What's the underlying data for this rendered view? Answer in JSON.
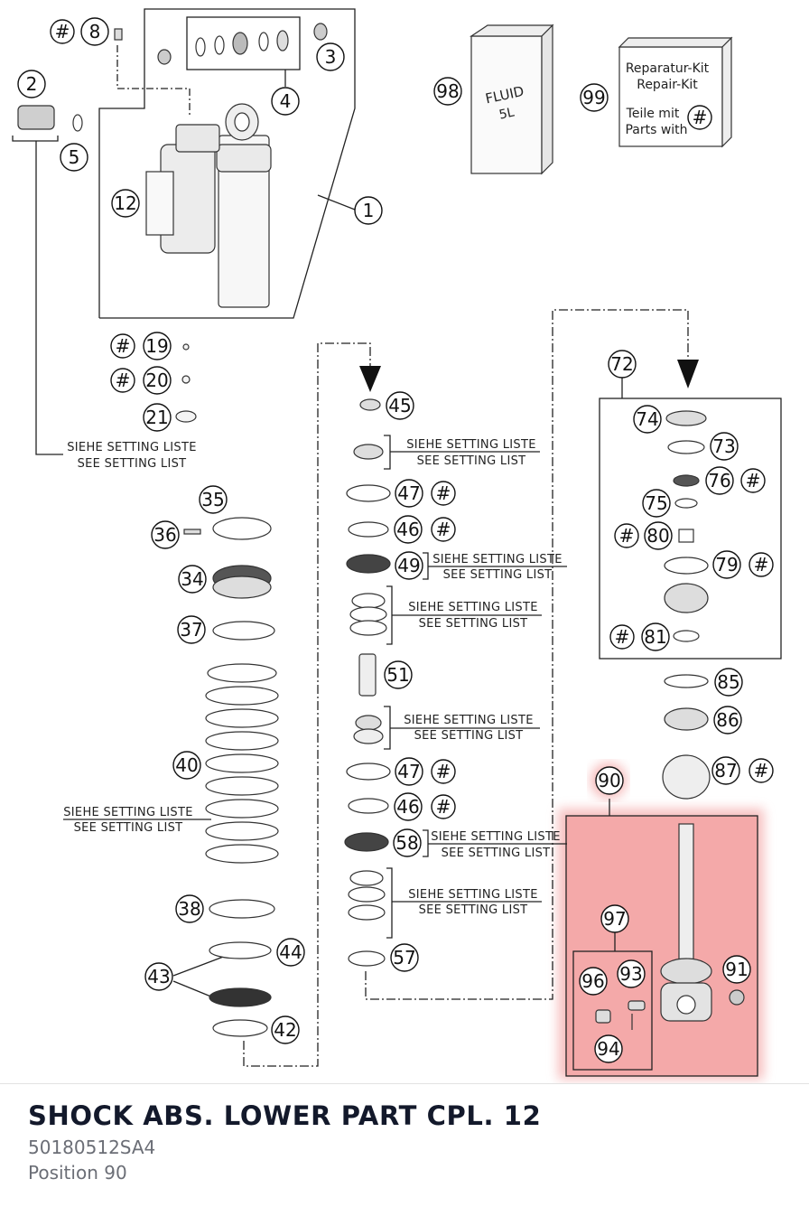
{
  "diagram": {
    "callouts": {
      "c1": "1",
      "c2": "2",
      "c3": "3",
      "c4": "4",
      "c5": "5",
      "c8": "8",
      "c12": "12",
      "c19": "19",
      "c20": "20",
      "c21": "21",
      "c34": "34",
      "c35": "35",
      "c36": "36",
      "c37": "37",
      "c38": "38",
      "c40": "40",
      "c42": "42",
      "c43": "43",
      "c44": "44",
      "c45": "45",
      "c46a": "46",
      "c46b": "46",
      "c47a": "47",
      "c47b": "47",
      "c49": "49",
      "c51": "51",
      "c57": "57",
      "c58": "58",
      "c72": "72",
      "c73": "73",
      "c74": "74",
      "c75": "75",
      "c76": "76",
      "c79": "79",
      "c80": "80",
      "c81": "81",
      "c85": "85",
      "c86": "86",
      "c87": "87",
      "c90": "90",
      "c91": "91",
      "c93": "93",
      "c94": "94",
      "c96": "96",
      "c97": "97",
      "c98": "98",
      "c99": "99"
    },
    "hash_symbol": "#",
    "setting_de": "SIEHE SETTING LISTE",
    "setting_en": "SEE SETTING LIST",
    "fluid_label": "FLUID",
    "fluid_volume": "5L",
    "repair_kit": {
      "line1": "Reparatur-Kit",
      "line2": "Repair-Kit",
      "line3": "Teile mit",
      "line4": "Parts with"
    },
    "highlight_color": "#f08c8c"
  },
  "part": {
    "title": "SHOCK ABS. LOWER PART CPL. 12",
    "number": "50180512SA4",
    "position": "Position 90"
  }
}
